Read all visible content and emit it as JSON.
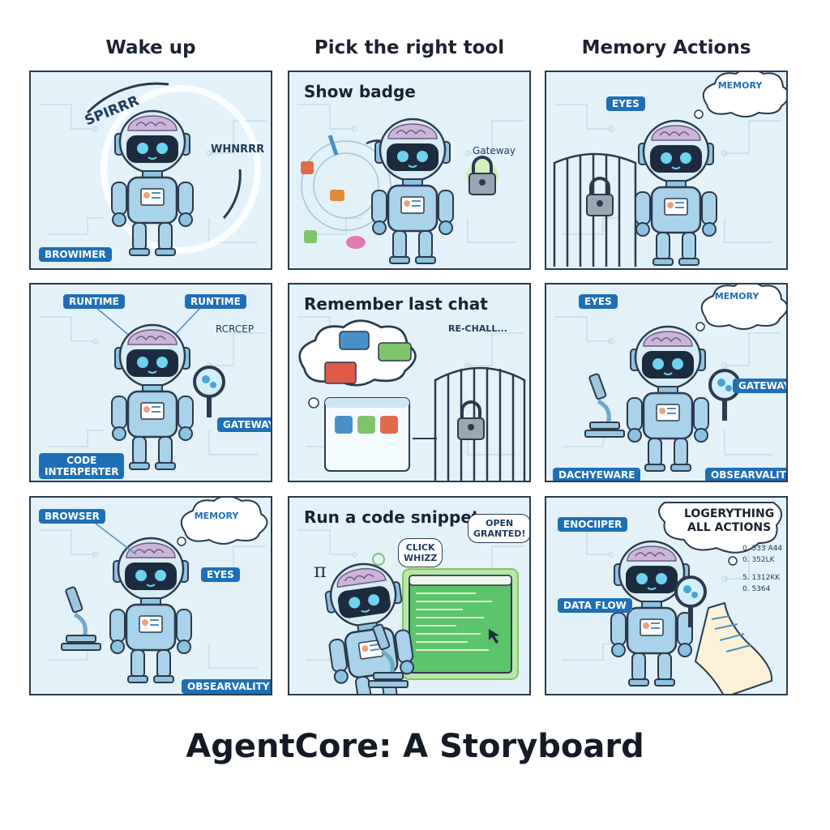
{
  "columns": [
    "Wake up",
    "Pick the right tool",
    "Memory Actions"
  ],
  "title": "AgentCore: A Storyboard",
  "panels": {
    "p1": {
      "sound1": "SPIRRR",
      "sound2": "WHNRRR",
      "tag": "BROWIMER"
    },
    "p2": {
      "caption": "Show badge",
      "label": "Gateway"
    },
    "p3": {
      "tag_eyes": "EYES",
      "cloud": "MEMORY"
    },
    "p4": {
      "tag1": "RUNTIME",
      "tag2": "RUNTIME",
      "plain": "RCRCEP",
      "tag3": "GATEWAY",
      "code_line1": "CODE",
      "code_line2": "INTERPERTER"
    },
    "p5": {
      "caption": "Remember last chat",
      "sound": "RE-CHALL..."
    },
    "p6": {
      "tag1": "EYES",
      "cloud": "MEMORY",
      "tag2": "GATEWAY",
      "tag3": "DACHYEWARE",
      "tag4": "OBSEARVALITY"
    },
    "p7": {
      "tag1": "BROWSER",
      "cloud": "MEMORY",
      "tag2": "EYES",
      "tag3": "OBSEARVALITY"
    },
    "p8": {
      "caption": "Run a code snippet",
      "bubble1": "OPEN\nGRANTED!",
      "bubble2": "CLICK\nWHIZZ",
      "pi": "π"
    },
    "p9": {
      "tag1": "ENOCIIPER",
      "tag2": "DATA FLOW",
      "cloud": "LOGERYTHING\nALL ACTIONS",
      "num1": "0. 533 A44",
      "num2": "0. 352LK",
      "num3": "5. 1312KK",
      "num4": "0. 5364"
    }
  },
  "colors": {
    "panel_bg": "#e3f2f8",
    "border": "#2c3a4d",
    "tag_blue": "#1f6fb6",
    "robot_body": "#a9d3ea",
    "visor": "#1d2b3f",
    "brain": "#c9b4d8"
  }
}
